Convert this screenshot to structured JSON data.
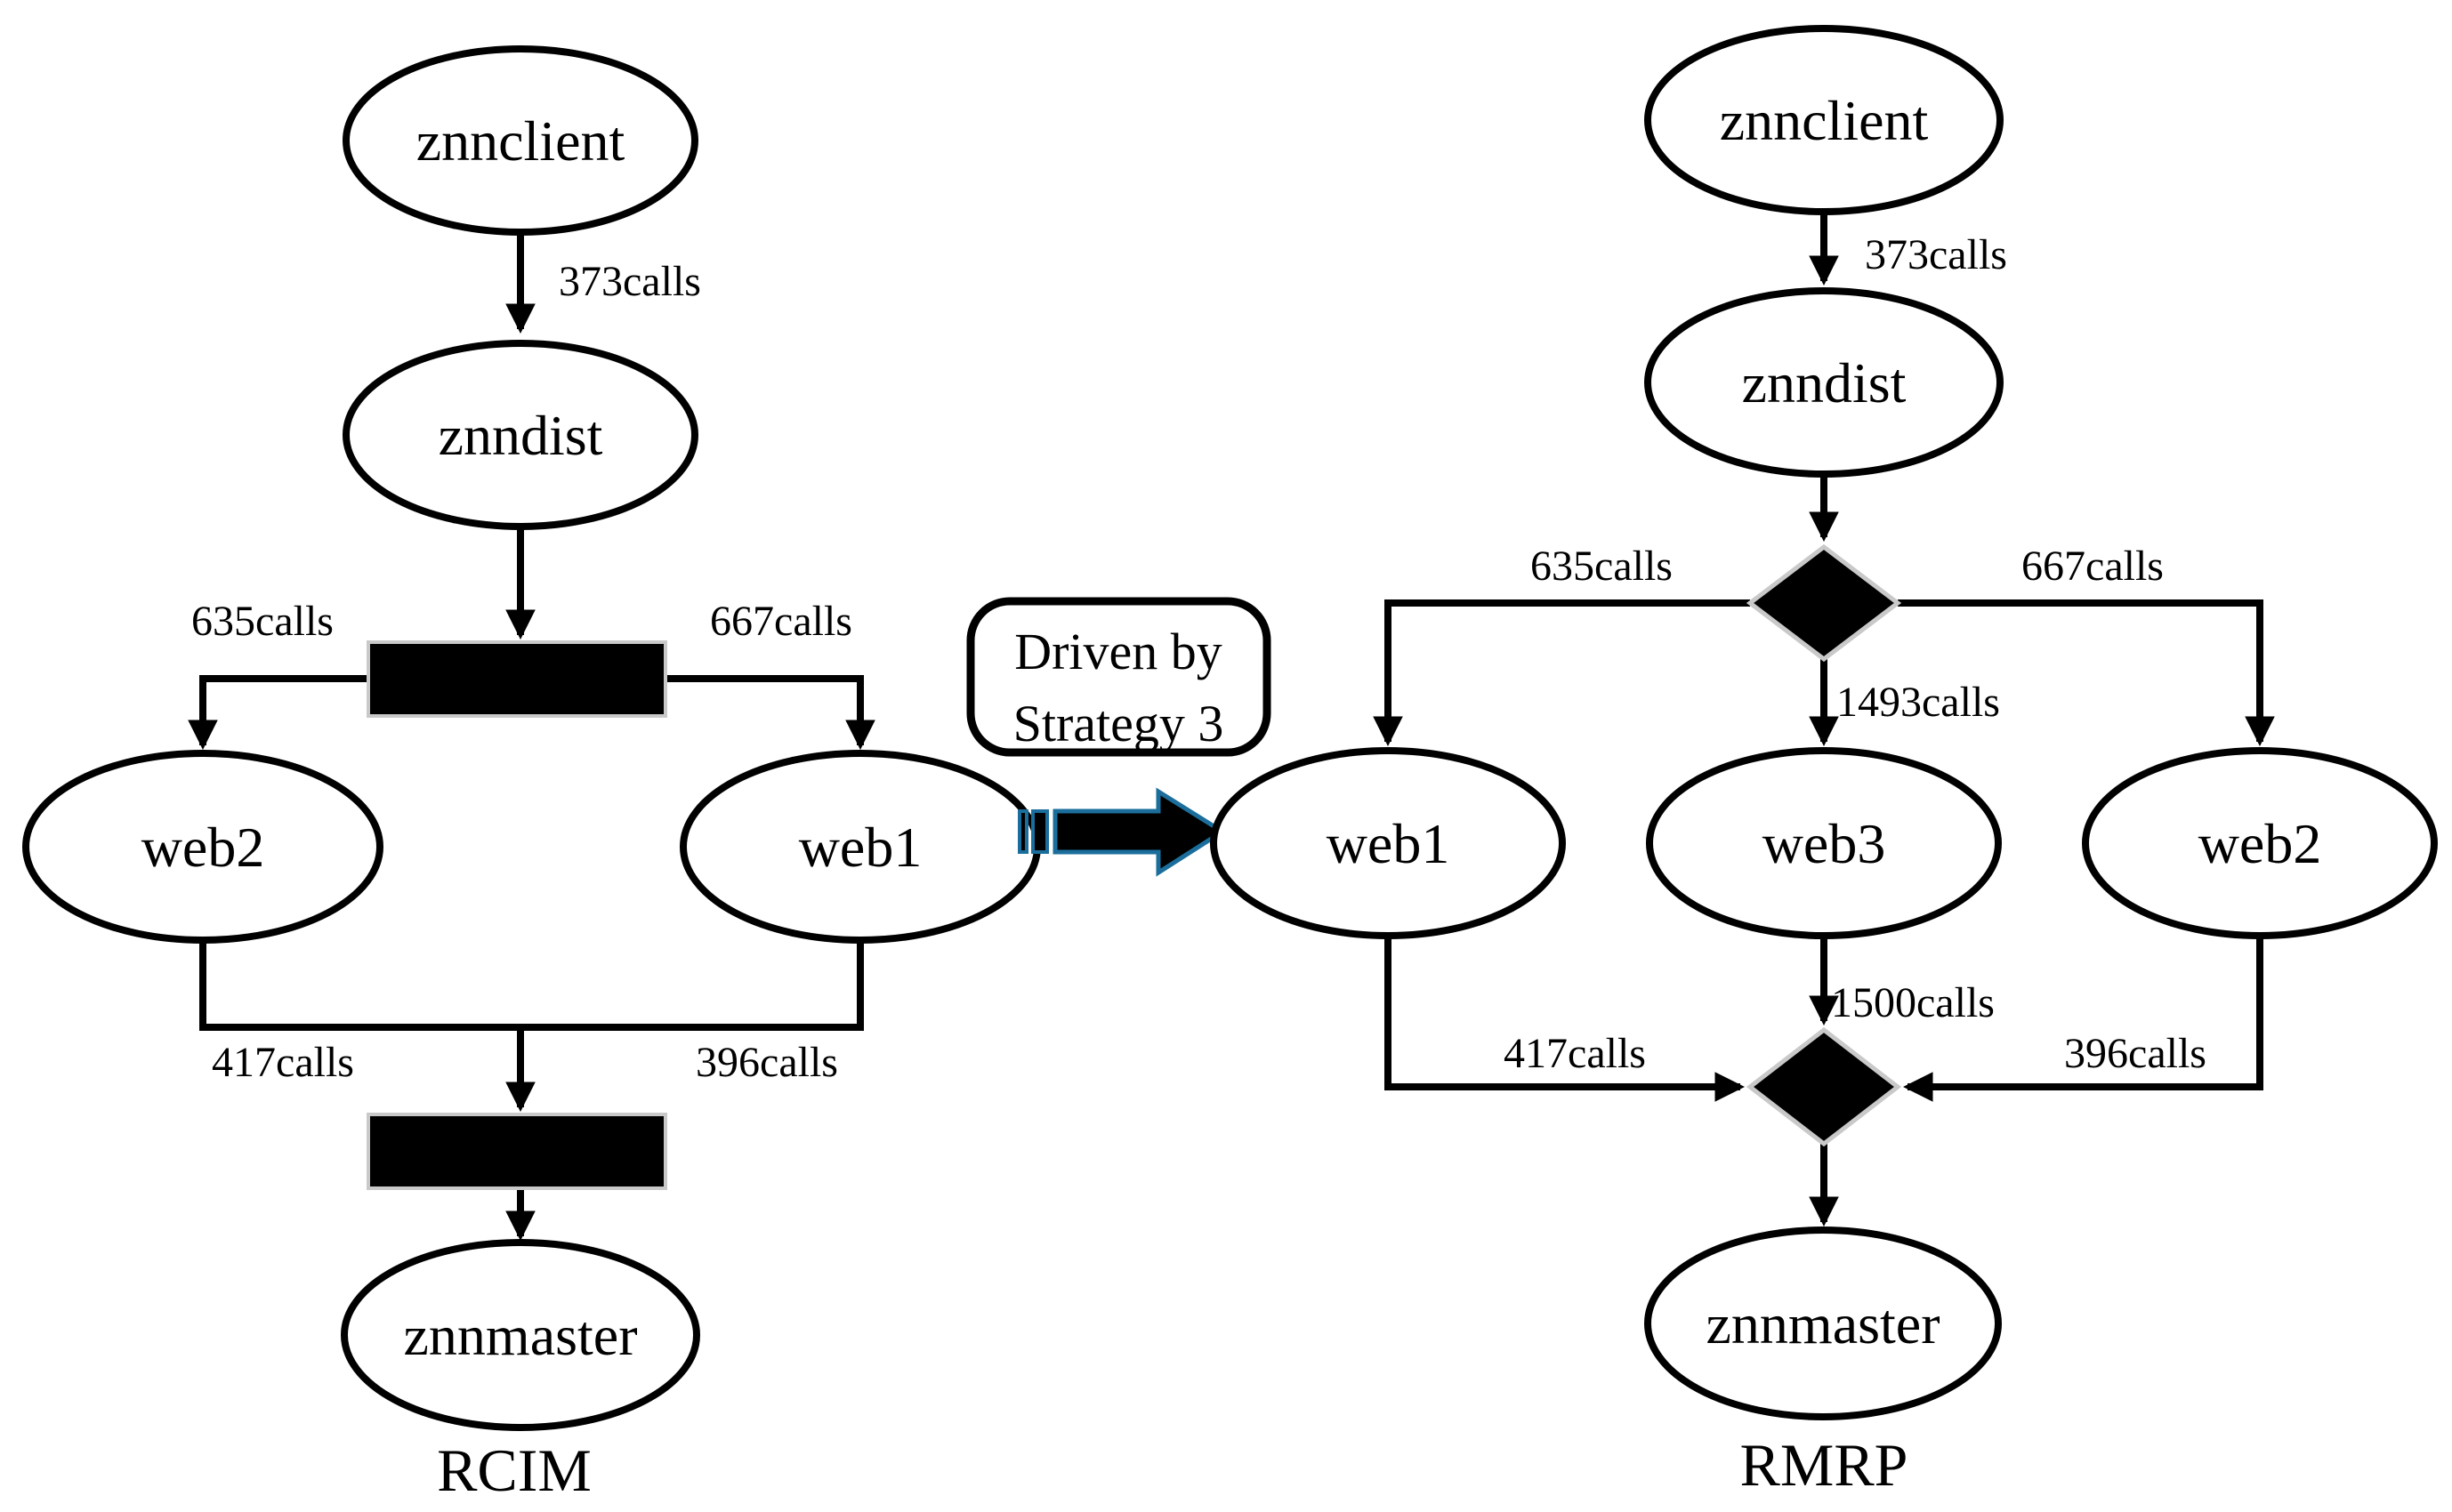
{
  "colors": {
    "background": "#ffffff",
    "line": "#000000",
    "text": "#000000",
    "bar_fill": "#000000",
    "bar_outline": "#c9c9c9",
    "diamond_fill": "#000000",
    "diamond_outline": "#c9c9c9",
    "transition_arrow_fill": "#000000",
    "transition_arrow_outline": "#1b6e9c"
  },
  "rcim": {
    "caption": "RCIM",
    "node_labels": {
      "znnclient": "znnclient",
      "znndist": "znndist",
      "web2": "web2",
      "web1": "web1",
      "znnmaster": "znnmaster"
    },
    "edge_labels": {
      "client_dist": "373calls",
      "fork_web2": "635calls",
      "fork_web1": "667calls",
      "join_web2": "417calls",
      "join_web1": "396calls"
    }
  },
  "transition": {
    "line1": "Driven by",
    "line2": "Strategy 3"
  },
  "rmrp": {
    "caption": "RMRP",
    "node_labels": {
      "znnclient": "znnclient",
      "znndist": "znndist",
      "web1": "web1",
      "web3": "web3",
      "web2": "web2",
      "znnmaster": "znnmaster"
    },
    "edge_labels": {
      "client_dist": "373calls",
      "branch_web1": "635calls",
      "branch_web3": "1493calls",
      "branch_web2": "667calls",
      "merge_web1": "417calls",
      "merge_web3": "1500calls",
      "merge_web2": "396calls"
    }
  }
}
